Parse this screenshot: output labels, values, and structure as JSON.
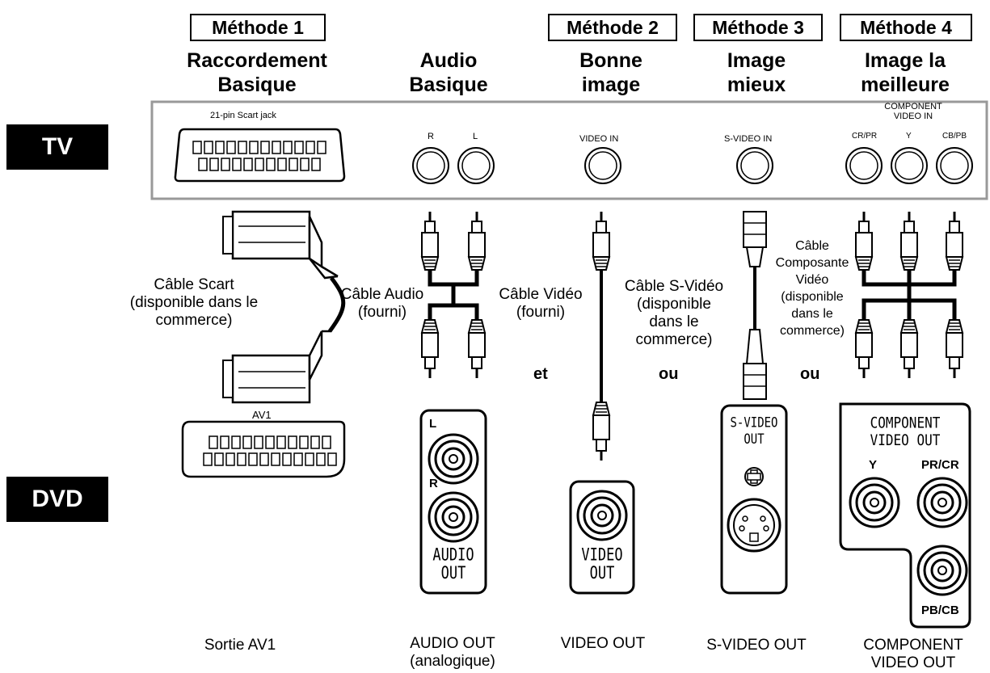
{
  "methods": [
    {
      "box": "Méthode 1",
      "title1": "Raccordement",
      "title2": "Basique"
    },
    {
      "box": "",
      "title1": "Audio",
      "title2": "Basique"
    },
    {
      "box": "Méthode 2",
      "title1": "Bonne",
      "title2": "image"
    },
    {
      "box": "Méthode 3",
      "title1": "Image",
      "title2": "mieux"
    },
    {
      "box": "Méthode 4",
      "title1": "Image la",
      "title2": "meilleure"
    }
  ],
  "side_labels": {
    "tv": "TV",
    "dvd": "DVD"
  },
  "tv_panel": {
    "scart_label": "21-pin Scart jack",
    "audio_r": "R",
    "audio_l": "L",
    "video_in": "VIDEO IN",
    "svideo_in": "S-VIDEO IN",
    "component_title1": "COMPONENT",
    "component_title2": "VIDEO IN",
    "comp_cr": "CR/PR",
    "comp_y": "Y",
    "comp_cb": "CB/PB"
  },
  "cables": {
    "scart": [
      "Câble Scart",
      "(disponible dans le",
      "commerce)"
    ],
    "audio": [
      "Câble Audio",
      "(fourni)"
    ],
    "video": [
      "Câble Vidéo",
      "(fourni)"
    ],
    "svideo": [
      "Câble S-Vidéo",
      "(disponible",
      "dans le",
      "commerce)"
    ],
    "component": [
      "Câble",
      "Composante",
      "Vidéo",
      "(disponible",
      "dans le",
      "commerce)"
    ]
  },
  "connectors": {
    "et": "et",
    "ou1": "ou",
    "ou2": "ou"
  },
  "dvd_panel": {
    "av1": "AV1",
    "audio_l": "L",
    "audio_r": "R",
    "audio_out1": "AUDIO",
    "audio_out2": "OUT",
    "video_out1": "VIDEO",
    "video_out2": "OUT",
    "svideo_out1": "S-VIDEO",
    "svideo_out2": "OUT",
    "comp_title1": "COMPONENT",
    "comp_title2": "VIDEO OUT",
    "comp_y": "Y",
    "comp_pr": "PR/CR",
    "comp_pb": "PB/CB"
  },
  "bottom_labels": {
    "av1": "Sortie AV1",
    "audio1": "AUDIO OUT",
    "audio2": "(analogique)",
    "video": "VIDEO OUT",
    "svideo": "S-VIDEO OUT",
    "comp1": "COMPONENT",
    "comp2": "VIDEO OUT"
  }
}
